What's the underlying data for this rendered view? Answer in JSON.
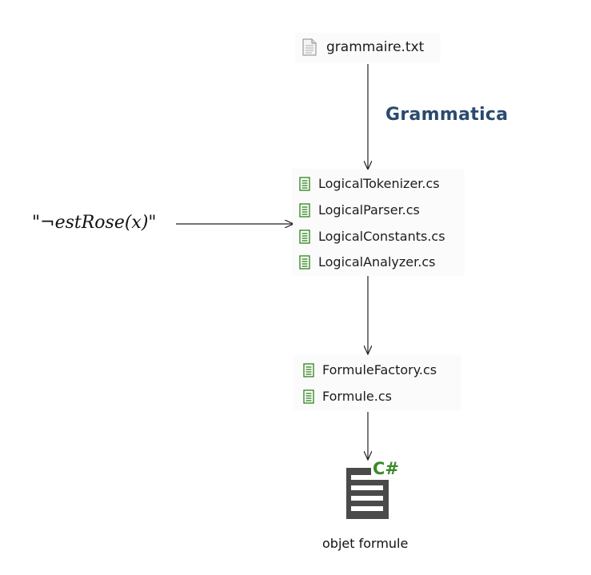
{
  "source_file": {
    "name": "grammaire.txt",
    "icon": "text-file-icon"
  },
  "tool_label": "Grammatica",
  "input_expression": {
    "quote_open": "\"",
    "negation": "¬",
    "text": "estRose(x)",
    "quote_close": "\""
  },
  "generated_files": [
    {
      "name": "LogicalTokenizer.cs",
      "icon": "cs-file-icon"
    },
    {
      "name": "LogicalParser.cs",
      "icon": "cs-file-icon"
    },
    {
      "name": "LogicalConstants.cs",
      "icon": "cs-file-icon"
    },
    {
      "name": "LogicalAnalyzer.cs",
      "icon": "cs-file-icon"
    }
  ],
  "factory_files": [
    {
      "name": "FormuleFactory.cs",
      "icon": "cs-file-icon"
    },
    {
      "name": "Formule.cs",
      "icon": "cs-file-icon"
    }
  ],
  "output": {
    "badge": "C#",
    "icon": "csharp-document-icon",
    "caption": "objet formule"
  },
  "colors": {
    "title": "#2a4a6e",
    "cs_green": "#3a8a2a",
    "arrow": "#222222"
  }
}
